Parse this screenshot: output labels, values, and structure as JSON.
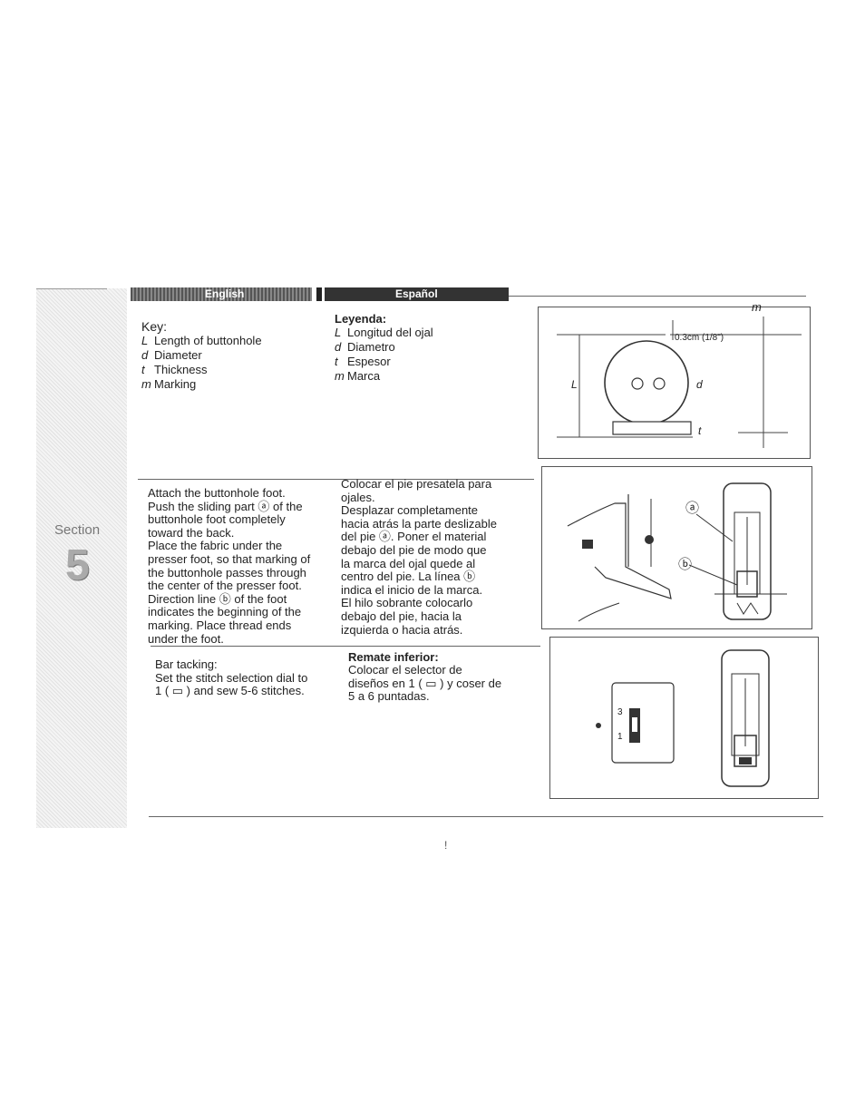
{
  "sidebar": {
    "section_label": "Section",
    "section_number": "5"
  },
  "header": {
    "english_label": "English",
    "spanish_label": "Español"
  },
  "key_en": {
    "heading": "Key:",
    "items": [
      {
        "letter": "L",
        "text": "Length of buttonhole"
      },
      {
        "letter": "d",
        "text": "Diameter"
      },
      {
        "letter": "t",
        "text": "Thickness"
      },
      {
        "letter": "m",
        "text": "Marking"
      }
    ]
  },
  "key_es": {
    "heading": "Leyenda:",
    "items": [
      {
        "letter": "L",
        "text": "Longitud del ojal"
      },
      {
        "letter": "d",
        "text": "Diametro"
      },
      {
        "letter": "t",
        "text": "Espesor"
      },
      {
        "letter": "m",
        "text": "Marca"
      }
    ]
  },
  "figure1": {
    "m": "m",
    "L": "L",
    "d": "d",
    "t": "t",
    "dimension": "0.3cm (1/8\")"
  },
  "attach_en": {
    "lines": [
      "Attach the buttonhole foot.",
      "Push the sliding part ⓐ of the",
      "buttonhole foot completely",
      "toward the back.",
      "Place the fabric under the",
      "presser foot, so that marking of",
      "the buttonhole passes through",
      "the center of the presser foot.",
      "Direction line ⓑ of the foot",
      "indicates the beginning of the",
      "marking. Place thread ends",
      "under the foot."
    ]
  },
  "attach_es": {
    "lines": [
      "Colocar el pie presatela para",
      "ojales.",
      "Desplazar completamente",
      "hacia atrás la parte deslizable",
      "del pie ⓐ. Poner el material",
      "debajo del pie de modo que",
      "la marca del ojal quede al",
      "centro del pie.  La línea ⓑ",
      "indica el inicio de la marca.",
      "El hilo sobrante colocarlo",
      "debajo del pie, hacia la",
      "izquierda o hacia atrás."
    ]
  },
  "figure2": {
    "a": "ⓐ",
    "b": "ⓑ"
  },
  "bar_en": {
    "heading": "Bar tacking:",
    "lines": [
      "Set the stitch selection dial to",
      "1 ( ▭ ) and sew 5-6 stitches."
    ]
  },
  "bar_es": {
    "heading": "Remate inferior:",
    "lines": [
      "Colocar el selector de",
      "diseños en 1 ( ▭ ) y coser de",
      "5 a 6 puntadas."
    ]
  },
  "figure3": {
    "dial_top": "3",
    "dial_bottom": "1"
  },
  "footer": {
    "mark": "!"
  }
}
